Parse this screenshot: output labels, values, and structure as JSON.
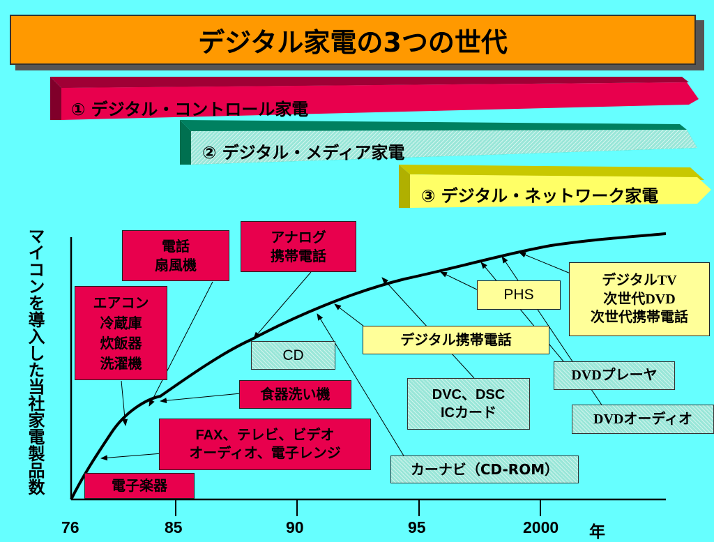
{
  "title": "デジタル家電の3つの世代",
  "colors": {
    "background": "#66FFFF",
    "title": "#FF9900",
    "gen1": "#E8004D",
    "gen2": "#00A070",
    "gen3": "#FFFF66"
  },
  "generations": [
    {
      "label": "① デジタル・コントロール家電"
    },
    {
      "label": "② デジタル・メディア家電"
    },
    {
      "label": "③ デジタル・ネットワーク家電"
    }
  ],
  "y_axis_label": "マイコンを導入した当社家電製品数",
  "x_ticks": [
    "76",
    "85",
    "90",
    "95",
    "2000"
  ],
  "x_unit": "年",
  "products": {
    "phone_fan": [
      "電話",
      "扇風機"
    ],
    "analog_mobile": [
      "アナログ",
      "携帯電話"
    ],
    "appliances": [
      "エアコン",
      "冷蔵庫",
      "炊飯器",
      "洗濯機"
    ],
    "cd": "CD",
    "dishwasher": "食器洗い機",
    "fax_tv": [
      "FAX、テレビ、ビデオ",
      "オーディオ、電子レンジ"
    ],
    "instrument": "電子楽器",
    "digital_mobile": "デジタル携帯電話",
    "phs": "PHS",
    "next_gen": [
      "デジタルTV",
      "次世代DVD",
      "次世代携帯電話"
    ],
    "dvc": [
      "DVC、DSC",
      "ICカード"
    ],
    "car_nav": "カーナビ（CD-ROM）",
    "dvd_player": "DVDプレーヤ",
    "dvd_audio": "DVDオーディオ"
  }
}
